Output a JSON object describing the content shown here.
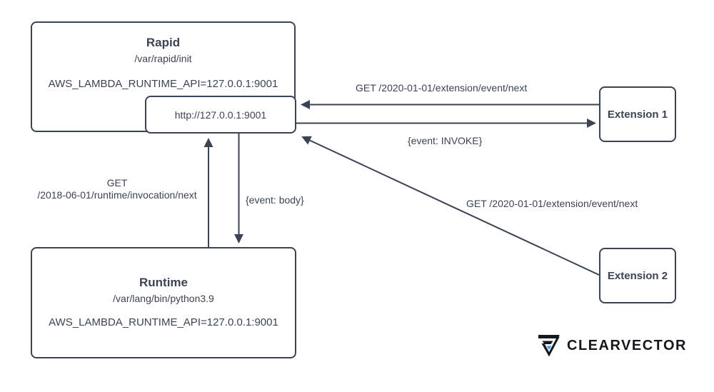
{
  "nodes": {
    "rapid": {
      "title": "Rapid",
      "subtitle": "/var/rapid/init",
      "env": "AWS_LAMBDA_RUNTIME_API=127.0.0.1:9001"
    },
    "endpoint": {
      "label": "http://127.0.0.1:9001"
    },
    "runtime": {
      "title": "Runtime",
      "subtitle": "/var/lang/bin/python3.9",
      "env": "AWS_LAMBDA_RUNTIME_API=127.0.0.1:9001"
    },
    "extension1": {
      "label": "Extension 1"
    },
    "extension2": {
      "label": "Extension 2"
    }
  },
  "edges": [
    {
      "from": "Extension 1",
      "to": "endpoint",
      "label": "GET /2020-01-01/extension/event/next"
    },
    {
      "from": "endpoint",
      "to": "Extension 1",
      "label": "{event: INVOKE}"
    },
    {
      "from": "Extension 2",
      "to": "endpoint",
      "label": "GET /2020-01-01/extension/event/next"
    },
    {
      "from": "Runtime",
      "to": "endpoint",
      "label_line1": "GET",
      "label_line2": "/2018-06-01/runtime/invocation/next"
    },
    {
      "from": "endpoint",
      "to": "Runtime",
      "label": "{event: body}"
    }
  ],
  "branding": {
    "logo_text": "CLEARVECTOR",
    "logo_icon": "clearvector-triangle-logo"
  },
  "colors": {
    "diagram_stroke": "#3b4354",
    "logo_text_color": "#15181d",
    "logo_accent_blue": "#2b9cf2"
  }
}
